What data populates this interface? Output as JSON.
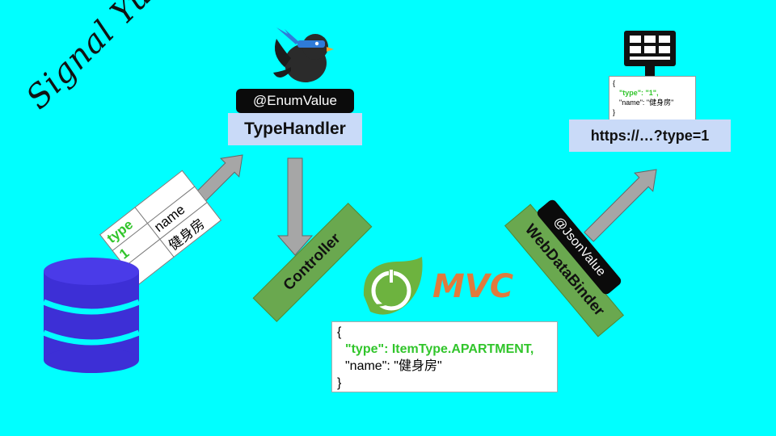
{
  "signature": "Signal Yu",
  "type_handler": {
    "badge": "@EnumValue",
    "label": "TypeHandler"
  },
  "db_table": {
    "headers": [
      "type",
      "name"
    ],
    "row": [
      "1",
      "健身房"
    ]
  },
  "controller_label": "Controller",
  "mvc": {
    "label": "MVC",
    "json": {
      "open": "{",
      "type_line": "\"type\": ItemType.APARTMENT,",
      "name_line": "\"name\": \"健身房\"",
      "close": "}"
    }
  },
  "web_data_binder": {
    "label": "WebDataBinder",
    "badge": "@JsonValue"
  },
  "client": {
    "url": "https://…?type=1",
    "json": {
      "open": "{",
      "type_line": "\"type\": \"1\",",
      "name_line": "\"name\": \"健身房\"",
      "close": "}"
    }
  },
  "colors": {
    "background": "#00ffff",
    "controller_green": "#6aa84f",
    "label_blue": "#c9daf8",
    "database_purple": "#3d2fd6",
    "arrow_gray": "#a6a6a6"
  },
  "icons": [
    "bird-mascot-icon",
    "database-icon",
    "spring-leaf-icon",
    "monitor-icon"
  ]
}
